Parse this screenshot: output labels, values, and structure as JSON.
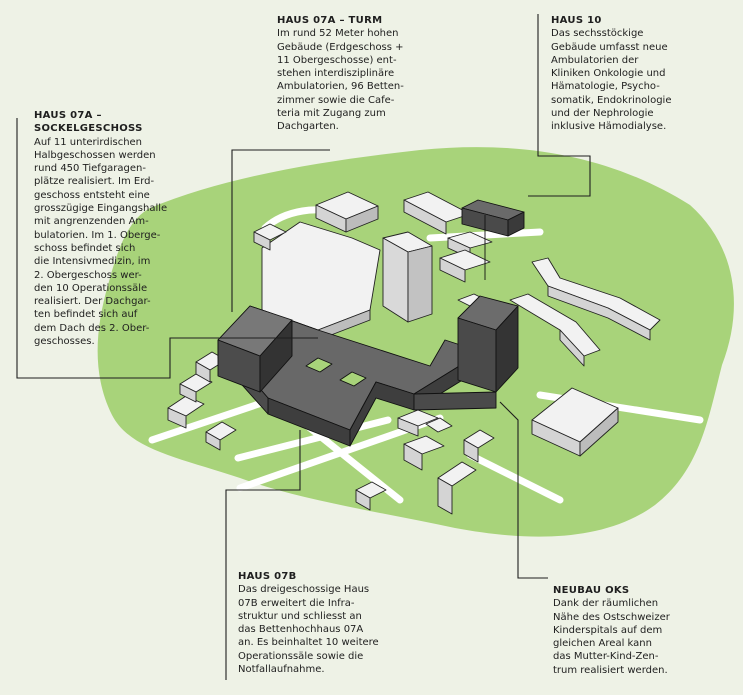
{
  "colors": {
    "background": "#eef2e6",
    "green_area": "#a8d37a",
    "existing_building": "#e6e6e6",
    "new_building": "#5f5f5f",
    "leader_line": "#1e1e1e"
  },
  "labels": {
    "turm": {
      "title": "HAUS 07A – TURM",
      "lines": [
        "Im rund 52 Meter hohen",
        "Gebäude (Erdgeschoss +",
        "11 Obergeschosse) ent-",
        "stehen interdisziplinäre",
        "Ambulatorien, 96 Betten-",
        "zimmer sowie die Cafe-",
        "teria mit Zugang zum",
        "Dachgarten."
      ]
    },
    "haus10": {
      "title": "HAUS 10",
      "lines": [
        "Das sechsstöckige",
        "Gebäude umfasst neue",
        "Ambulatorien der",
        "Kliniken Onkologie und",
        "Hämatologie, Psycho-",
        "somatik, Endokrinologie",
        "und der Nephrologie",
        "inklusive Hämodialyse."
      ]
    },
    "sockel": {
      "title_lines": [
        "HAUS 07A –",
        "SOCKELGESCHOSS"
      ],
      "lines": [
        "Auf 11 unterirdischen",
        "Halbgeschossen werden",
        "rund 450 Tiefgaragen-",
        "plätze realisiert. Im Erd-",
        "geschoss entsteht eine",
        "grosszügige Eingangshalle",
        "mit angrenzenden Am-",
        "bulatorien. Im 1. Oberge-",
        "schoss befindet sich",
        "die Intensivmedizin, im",
        "2. Obergeschoss wer-",
        "den 10 Operationssäle",
        "realisiert. Der Dachgar-",
        "ten befindet sich auf",
        "dem Dach des 2. Ober-",
        "geschosses."
      ]
    },
    "haus07b": {
      "title": "HAUS 07B",
      "lines": [
        "Das dreigeschossige Haus",
        "07B erweitert die Infra-",
        "struktur und schliesst an",
        "das Bettenhochhaus 07A",
        "an. Es beinhaltet 10 weitere",
        "Operationssäle sowie die",
        "Notfallaufnahme."
      ]
    },
    "oks": {
      "title": "NEUBAU OKS",
      "lines": [
        "Dank der räumlichen",
        "Nähe des Ostschweizer",
        "Kinderspitals auf dem",
        "gleichen Areal kann",
        "das Mutter-Kind-Zen-",
        "trum realisiert werden."
      ]
    }
  }
}
